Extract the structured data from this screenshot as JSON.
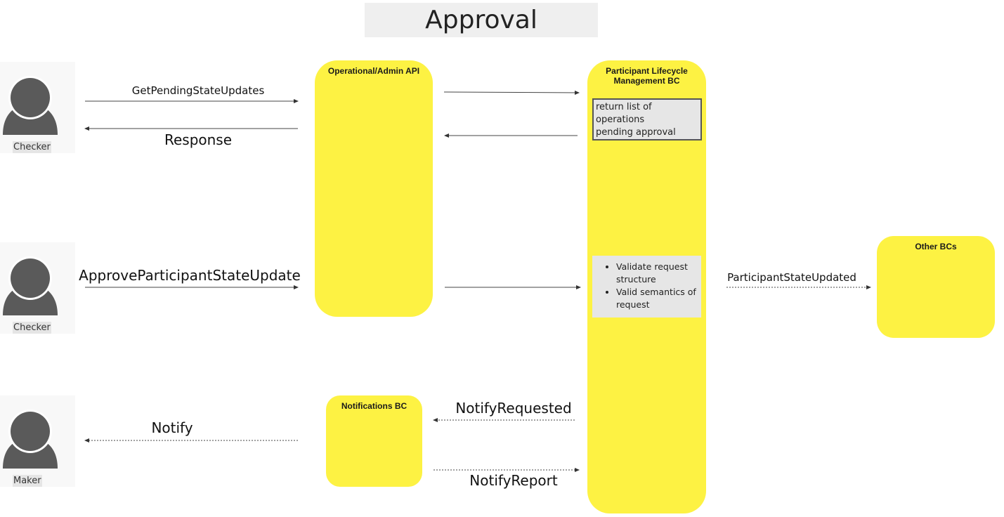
{
  "title": "Approval",
  "actors": [
    {
      "label": "Checker"
    },
    {
      "label": "Checker"
    },
    {
      "label": "Maker"
    }
  ],
  "blocks": {
    "operational_api": "Operational/Admin API",
    "participant_lifecycle_line1": "Participant Lifecycle",
    "participant_lifecycle_line2": "Management BC",
    "other_bcs": "Other BCs",
    "notifications_bc": "Notifications BC"
  },
  "notes": {
    "pending_line1": "return list of operations",
    "pending_line2": "pending approval",
    "validate_items": [
      "Validate request structure",
      "Valid semantics of request"
    ]
  },
  "messages": {
    "get_pending": "GetPendingStateUpdates",
    "response": "Response",
    "approve": "ApproveParticipantStateUpdate",
    "state_updated": "ParticipantStateUpdated",
    "notify_requested": "NotifyRequested",
    "notify": "Notify",
    "notify_report": "NotifyReport"
  },
  "colors": {
    "block_fill": "#fdf243",
    "actor_fill": "#5a5a5a",
    "note_fill": "#e6e6e6"
  }
}
